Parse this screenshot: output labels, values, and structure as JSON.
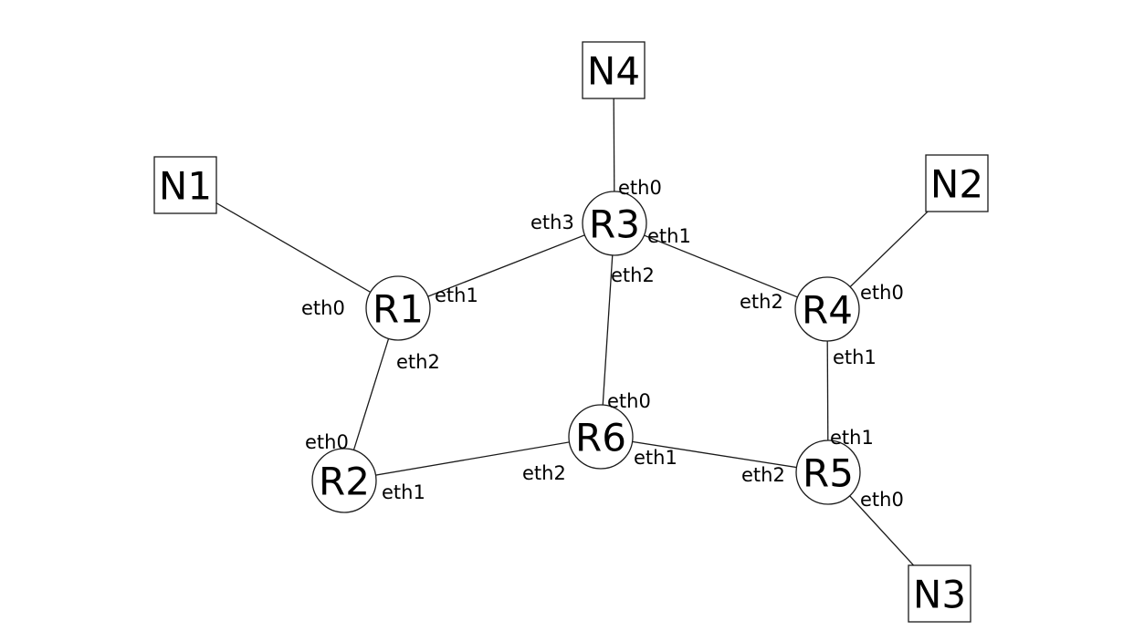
{
  "nodes": [
    {
      "id": "N1",
      "label": "N1",
      "kind": "network"
    },
    {
      "id": "N2",
      "label": "N2",
      "kind": "network"
    },
    {
      "id": "N3",
      "label": "N3",
      "kind": "network"
    },
    {
      "id": "N4",
      "label": "N4",
      "kind": "network"
    },
    {
      "id": "R1",
      "label": "R1",
      "kind": "router"
    },
    {
      "id": "R2",
      "label": "R2",
      "kind": "router"
    },
    {
      "id": "R3",
      "label": "R3",
      "kind": "router"
    },
    {
      "id": "R4",
      "label": "R4",
      "kind": "router"
    },
    {
      "id": "R5",
      "label": "R5",
      "kind": "router"
    },
    {
      "id": "R6",
      "label": "R6",
      "kind": "router"
    }
  ],
  "links": [
    {
      "from": "N1",
      "to": "R1",
      "to_iface": "eth0"
    },
    {
      "from": "R1",
      "to": "R3",
      "from_iface": "eth1",
      "to_iface": "eth3"
    },
    {
      "from": "R1",
      "to": "R2",
      "from_iface": "eth2",
      "to_iface": "eth0"
    },
    {
      "from": "N4",
      "to": "R3",
      "to_iface": "eth0"
    },
    {
      "from": "R3",
      "to": "R4",
      "from_iface": "eth1",
      "to_iface": "eth2"
    },
    {
      "from": "R3",
      "to": "R6",
      "from_iface": "eth2",
      "to_iface": "eth0"
    },
    {
      "from": "N2",
      "to": "R4",
      "to_iface": "eth0"
    },
    {
      "from": "R4",
      "to": "R5",
      "from_iface": "eth1",
      "to_iface": "eth1"
    },
    {
      "from": "R2",
      "to": "R6",
      "from_iface": "eth1",
      "to_iface": "eth2"
    },
    {
      "from": "R6",
      "to": "R5",
      "from_iface": "eth1",
      "to_iface": "eth2"
    },
    {
      "from": "R5",
      "to": "N3",
      "from_iface": "eth0"
    }
  ]
}
